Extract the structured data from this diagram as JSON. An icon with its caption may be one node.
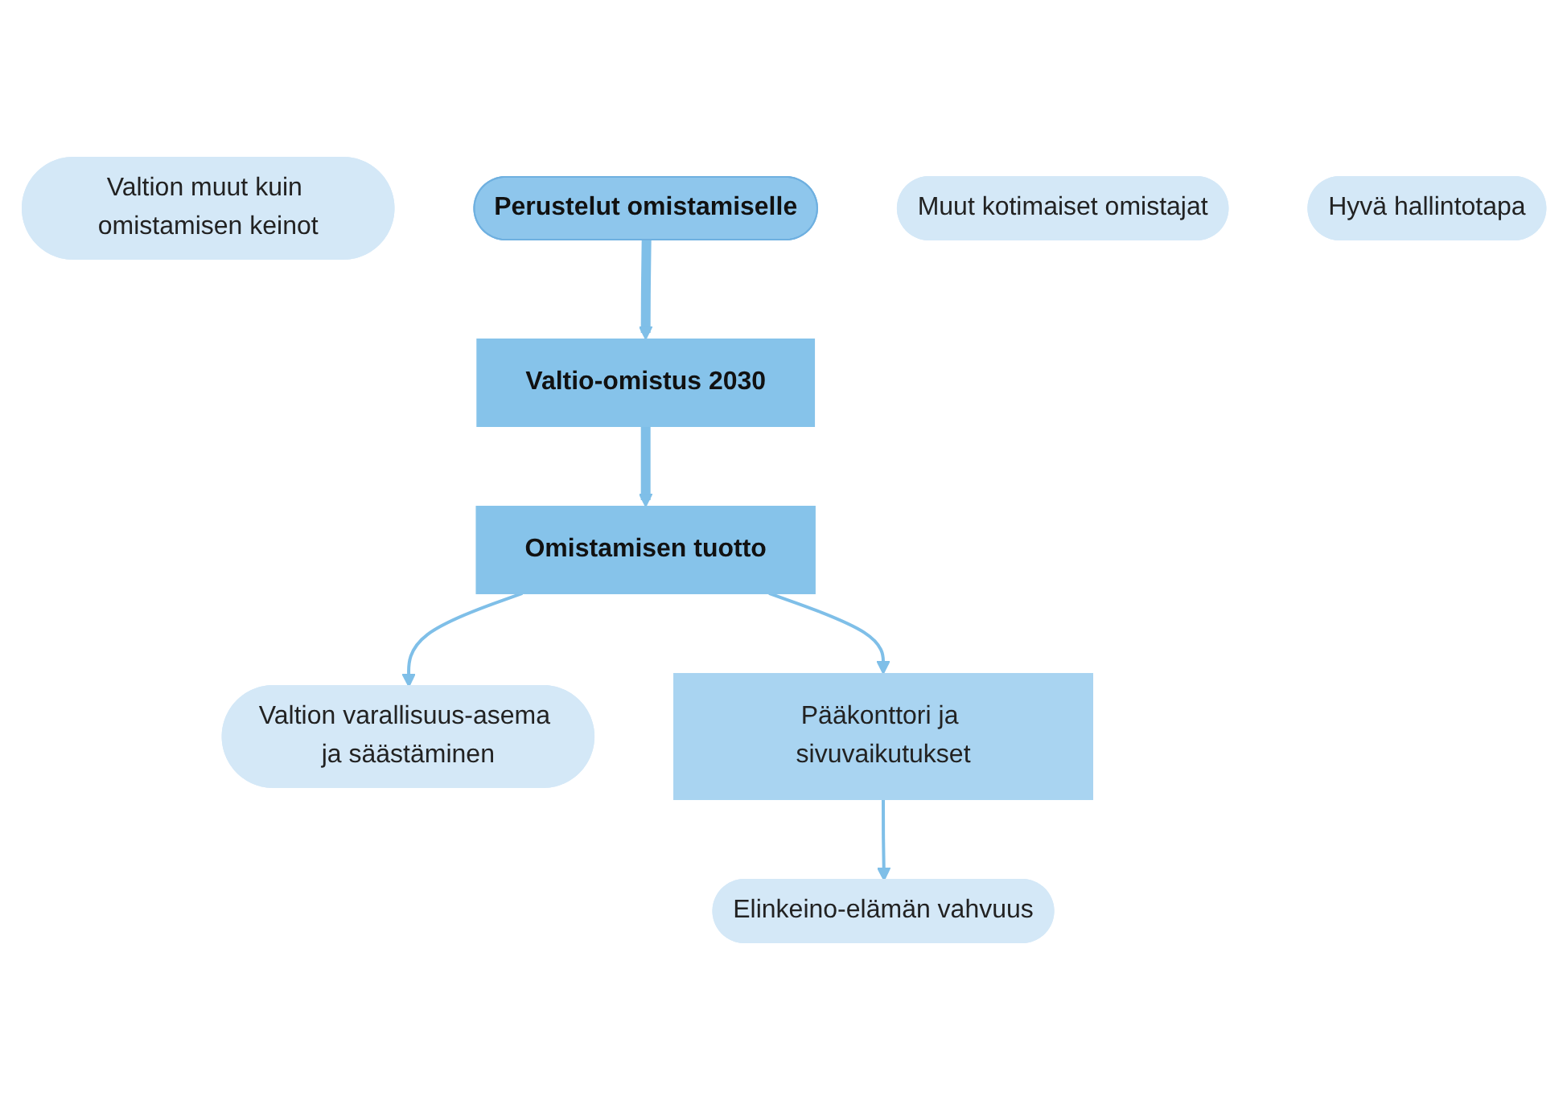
{
  "diagram": {
    "nodes": [
      {
        "text": [
          "Valtion muut kuin omistamisen keinot"
        ]
      },
      {
        "text": [
          "Perustelut omistamiselle"
        ]
      },
      {
        "text": [
          "Muut kotimaiset omistajat"
        ]
      },
      {
        "text": [
          "Valtion varallisuus-asema ja säästäminen"
        ]
      },
      {
        "text": [
          "Elinkeino-elämän vahvuus"
        ]
      },
      {
        "text": [
          "Valtio-omistus 2030"
        ]
      },
      {
        "text": [
          "Hyvä hallintotapa"
        ]
      },
      {
        "text": [
          "Omistamisen tuotto"
        ]
      },
      {
        "text": [
          "Pääkonttori ja sivuvaikutukset"
        ]
      }
    ],
    "edges": [
      {
        "from": 1,
        "to": 5,
        "arrow": "to",
        "style": "thick"
      },
      {
        "from": 5,
        "to": 7,
        "arrow": "to",
        "style": "thick"
      },
      {
        "from": 7,
        "to": 3,
        "arrow": "to"
      },
      {
        "from": 7,
        "to": 8,
        "arrow": "to"
      },
      {
        "from": 8,
        "to": 4,
        "arrow": "to"
      }
    ]
  }
}
